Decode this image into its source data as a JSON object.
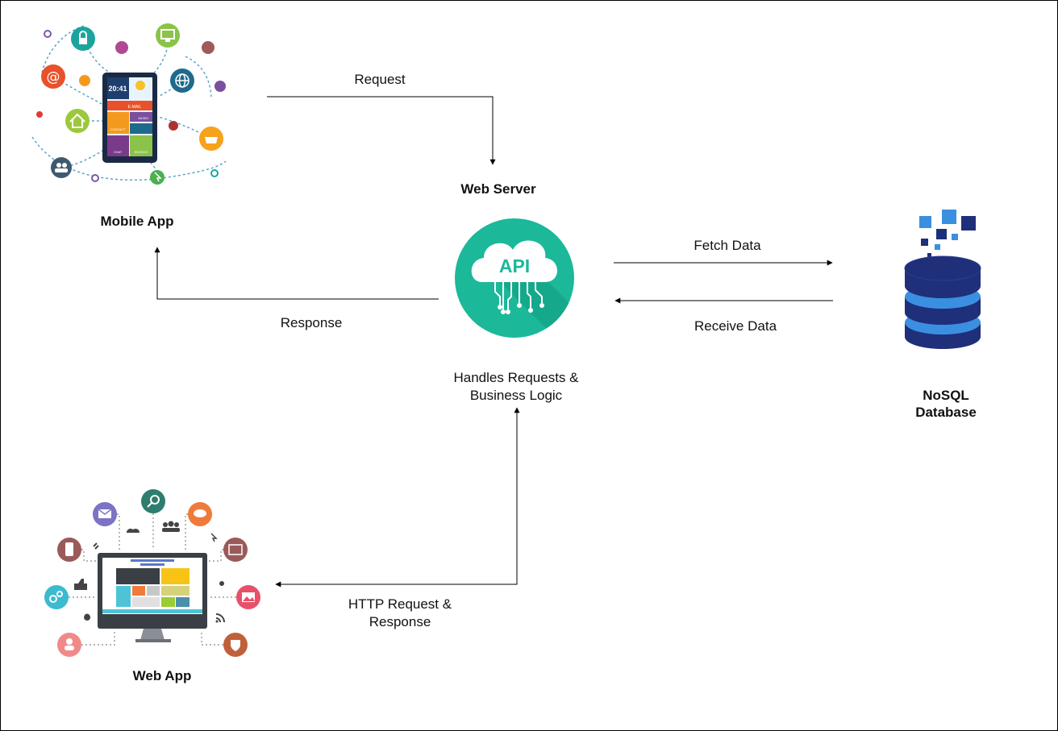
{
  "nodes": {
    "mobile_app": "Mobile App",
    "web_server": "Web Server",
    "api_badge": "API",
    "server_caption_1": "Handles Requests &",
    "server_caption_2": "Business Logic",
    "database_1": "NoSQL",
    "database_2": "Database",
    "web_app": "Web App"
  },
  "tablet_screen": {
    "time": "20:41",
    "email": "E-MAIL",
    "contact": "CONTACT",
    "music": "MUSIC",
    "chat": "CHAT",
    "search": "SEARCH"
  },
  "edges": {
    "request": "Request",
    "response": "Response",
    "fetch": "Fetch Data",
    "receive": "Receive Data",
    "http_1": "HTTP Request &",
    "http_2": "Response"
  },
  "colors": {
    "api_circle": "#1bb89a",
    "db_blue": "#1f2f7a",
    "db_band": "#3b8fe0"
  }
}
